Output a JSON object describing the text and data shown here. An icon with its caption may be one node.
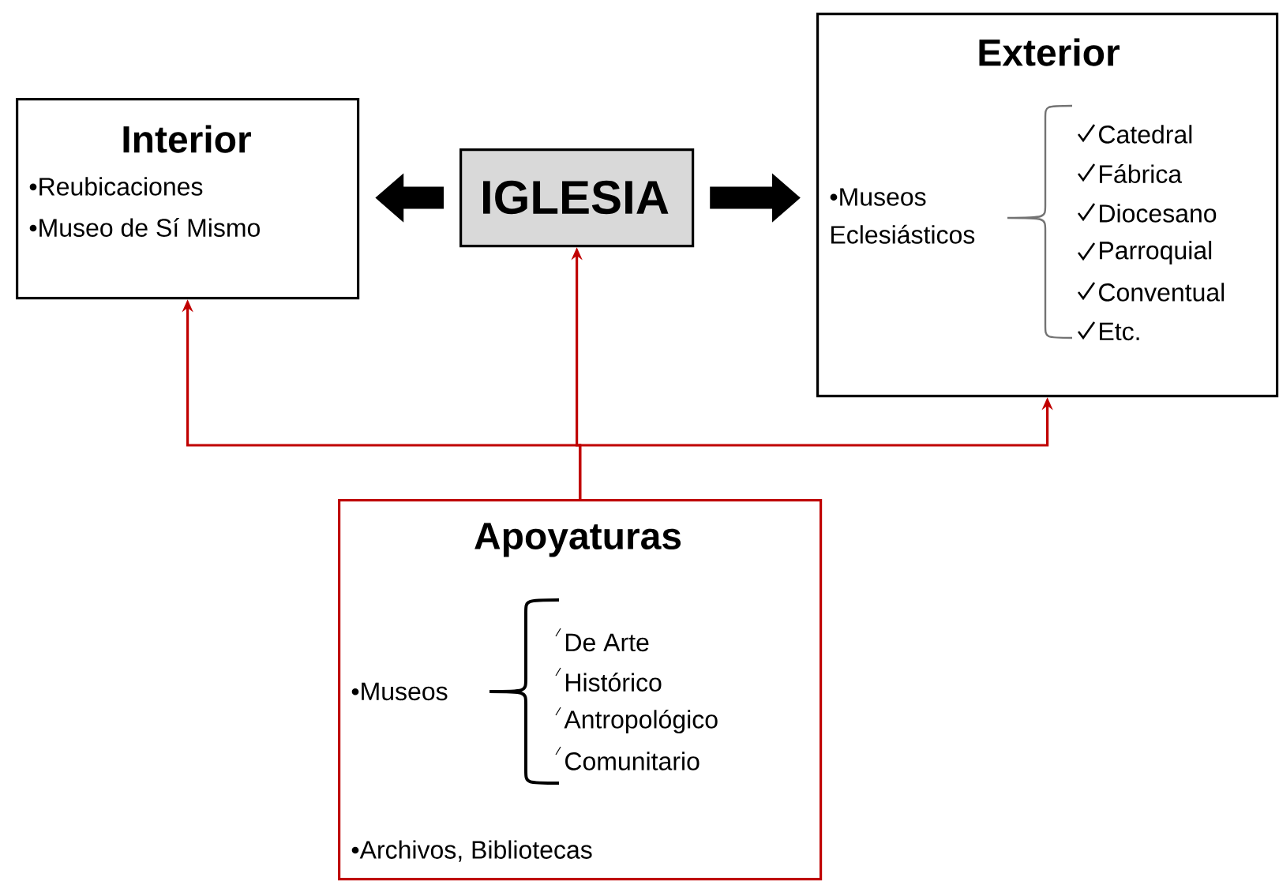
{
  "diagram": {
    "nodes": [
      {
        "text": [
          "Interior",
          "•Reubicaciones",
          "•Museo de Sí Mismo"
        ]
      },
      {
        "text": [
          "IGLESIA"
        ]
      },
      {
        "text": [
          "Exterior",
          "•Museos Eclesiásticos",
          "Catedral",
          "Fábrica",
          "Diocesano",
          "Parroquial",
          "Conventual",
          "Etc."
        ]
      },
      {
        "text": [
          "Apoyaturas",
          "•Museos",
          "De Arte",
          "Histórico",
          "Antropológico",
          "Comunitario",
          "•Archivos, Bibliotecas"
        ]
      }
    ],
    "edges": [
      {
        "from": 1,
        "to": 0,
        "arrow": "to",
        "style": "thick",
        "color": "#000000"
      },
      {
        "from": 1,
        "to": 2,
        "arrow": "to",
        "style": "thick",
        "color": "#000000"
      },
      {
        "from": 3,
        "to": 0,
        "arrow": "to"
      },
      {
        "from": 3,
        "to": 1,
        "arrow": "to"
      },
      {
        "from": 3,
        "to": 2,
        "arrow": "to"
      }
    ]
  }
}
